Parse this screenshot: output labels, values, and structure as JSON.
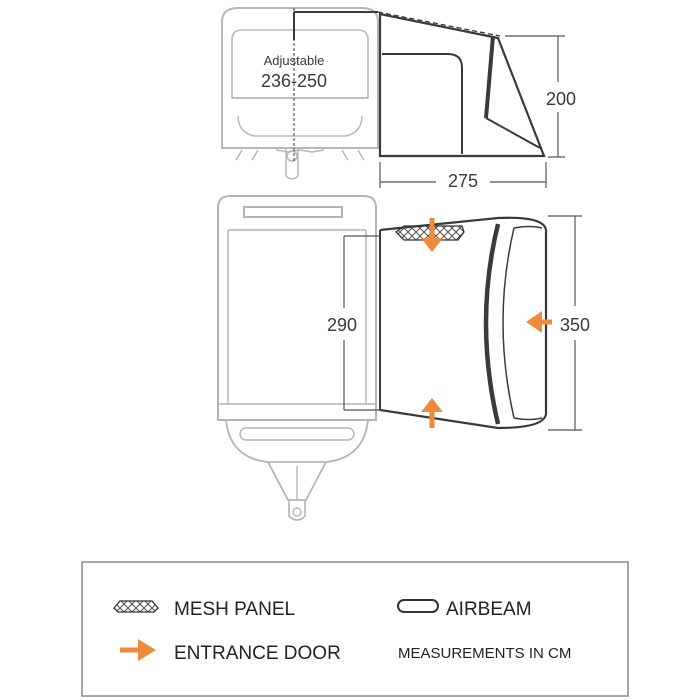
{
  "side_view": {
    "adjustable_label": "Adjustable",
    "adjustable_range": "236-250",
    "height": "200",
    "width": "275"
  },
  "plan_view": {
    "caravan_depth": "290",
    "awning_depth": "350"
  },
  "legend": {
    "mesh_panel": "MESH PANEL",
    "airbeam": "AIRBEAM",
    "entrance_door": "ENTRANCE DOOR",
    "units_note": "MEASUREMENTS IN CM"
  },
  "colors": {
    "arrow": "#ee8a3c",
    "line": "#3a3a3a",
    "caravan": "#b4b4b4"
  }
}
